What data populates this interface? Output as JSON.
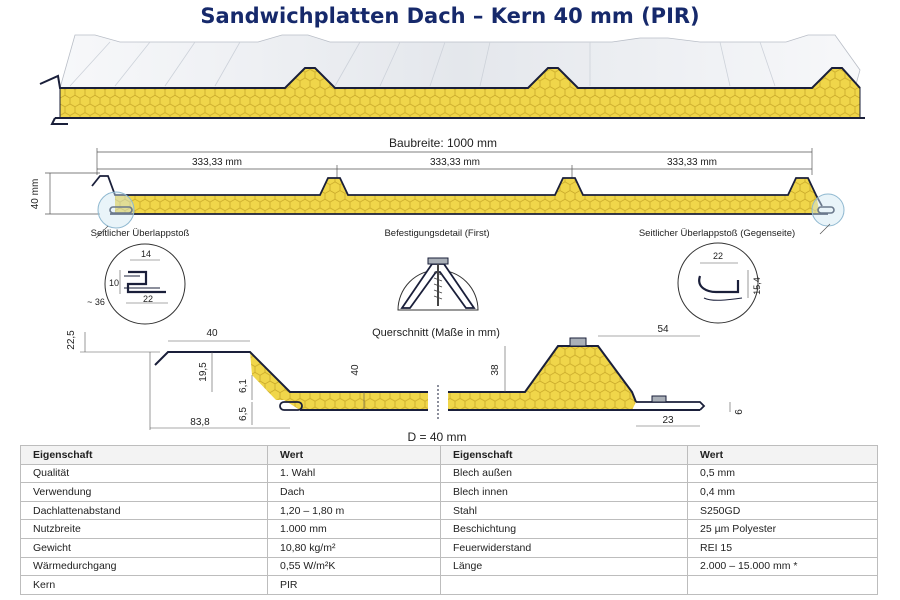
{
  "title": "Sandwichplatten Dach – Kern 40 mm (PIR)",
  "colors": {
    "title": "#16296b",
    "foam": "#f0d64a",
    "metal": "#eef0f3",
    "line": "#1a1f3a"
  },
  "drawing": {
    "baubreite": "Baubreite: 1000 mm",
    "seg": [
      "333,33 mm",
      "333,33 mm",
      "333,33 mm"
    ],
    "height40": "40 mm",
    "left_detail": "Seitlicher Überlappstoß",
    "mid_detail": "Befestigungsdetail (First)",
    "right_detail": "Seitlicher Überlappstoß (Gegenseite)",
    "left_dims": {
      "a": "14",
      "b": "10",
      "c": "22",
      "d": "~ 36"
    },
    "right_dims": {
      "a": "22",
      "b": "15,4"
    },
    "section_title": "Querschnitt (Maße in mm)",
    "section_dims": {
      "d1": "22,5",
      "d2": "40",
      "d3": "19,5",
      "d4": "6,1",
      "d5": "6,5",
      "d6": "83,8",
      "d7": "40",
      "d8": "38",
      "d9": "54",
      "d10": "23",
      "d11": "6"
    },
    "d_label": "D = 40 mm"
  },
  "table": {
    "headers": [
      "Eigenschaft",
      "Wert",
      "Eigenschaft",
      "Wert"
    ],
    "rows": [
      [
        "Qualität",
        "1. Wahl",
        "Blech außen",
        "0,5 mm"
      ],
      [
        "Verwendung",
        "Dach",
        "Blech innen",
        "0,4 mm"
      ],
      [
        "Dachlattenabstand",
        "1,20 – 1,80 m",
        "Stahl",
        "S250GD"
      ],
      [
        "Nutzbreite",
        "1.000 mm",
        "Beschichtung",
        "25 µm Polyester"
      ],
      [
        "Gewicht",
        "10,80 kg/m²",
        "Feuerwiderstand",
        "REI 15"
      ],
      [
        "Wärmedurchgang",
        "0,55 W/m²K",
        "Länge",
        "2.000 – 15.000 mm *"
      ],
      [
        "Kern",
        "PIR",
        "",
        ""
      ]
    ]
  }
}
